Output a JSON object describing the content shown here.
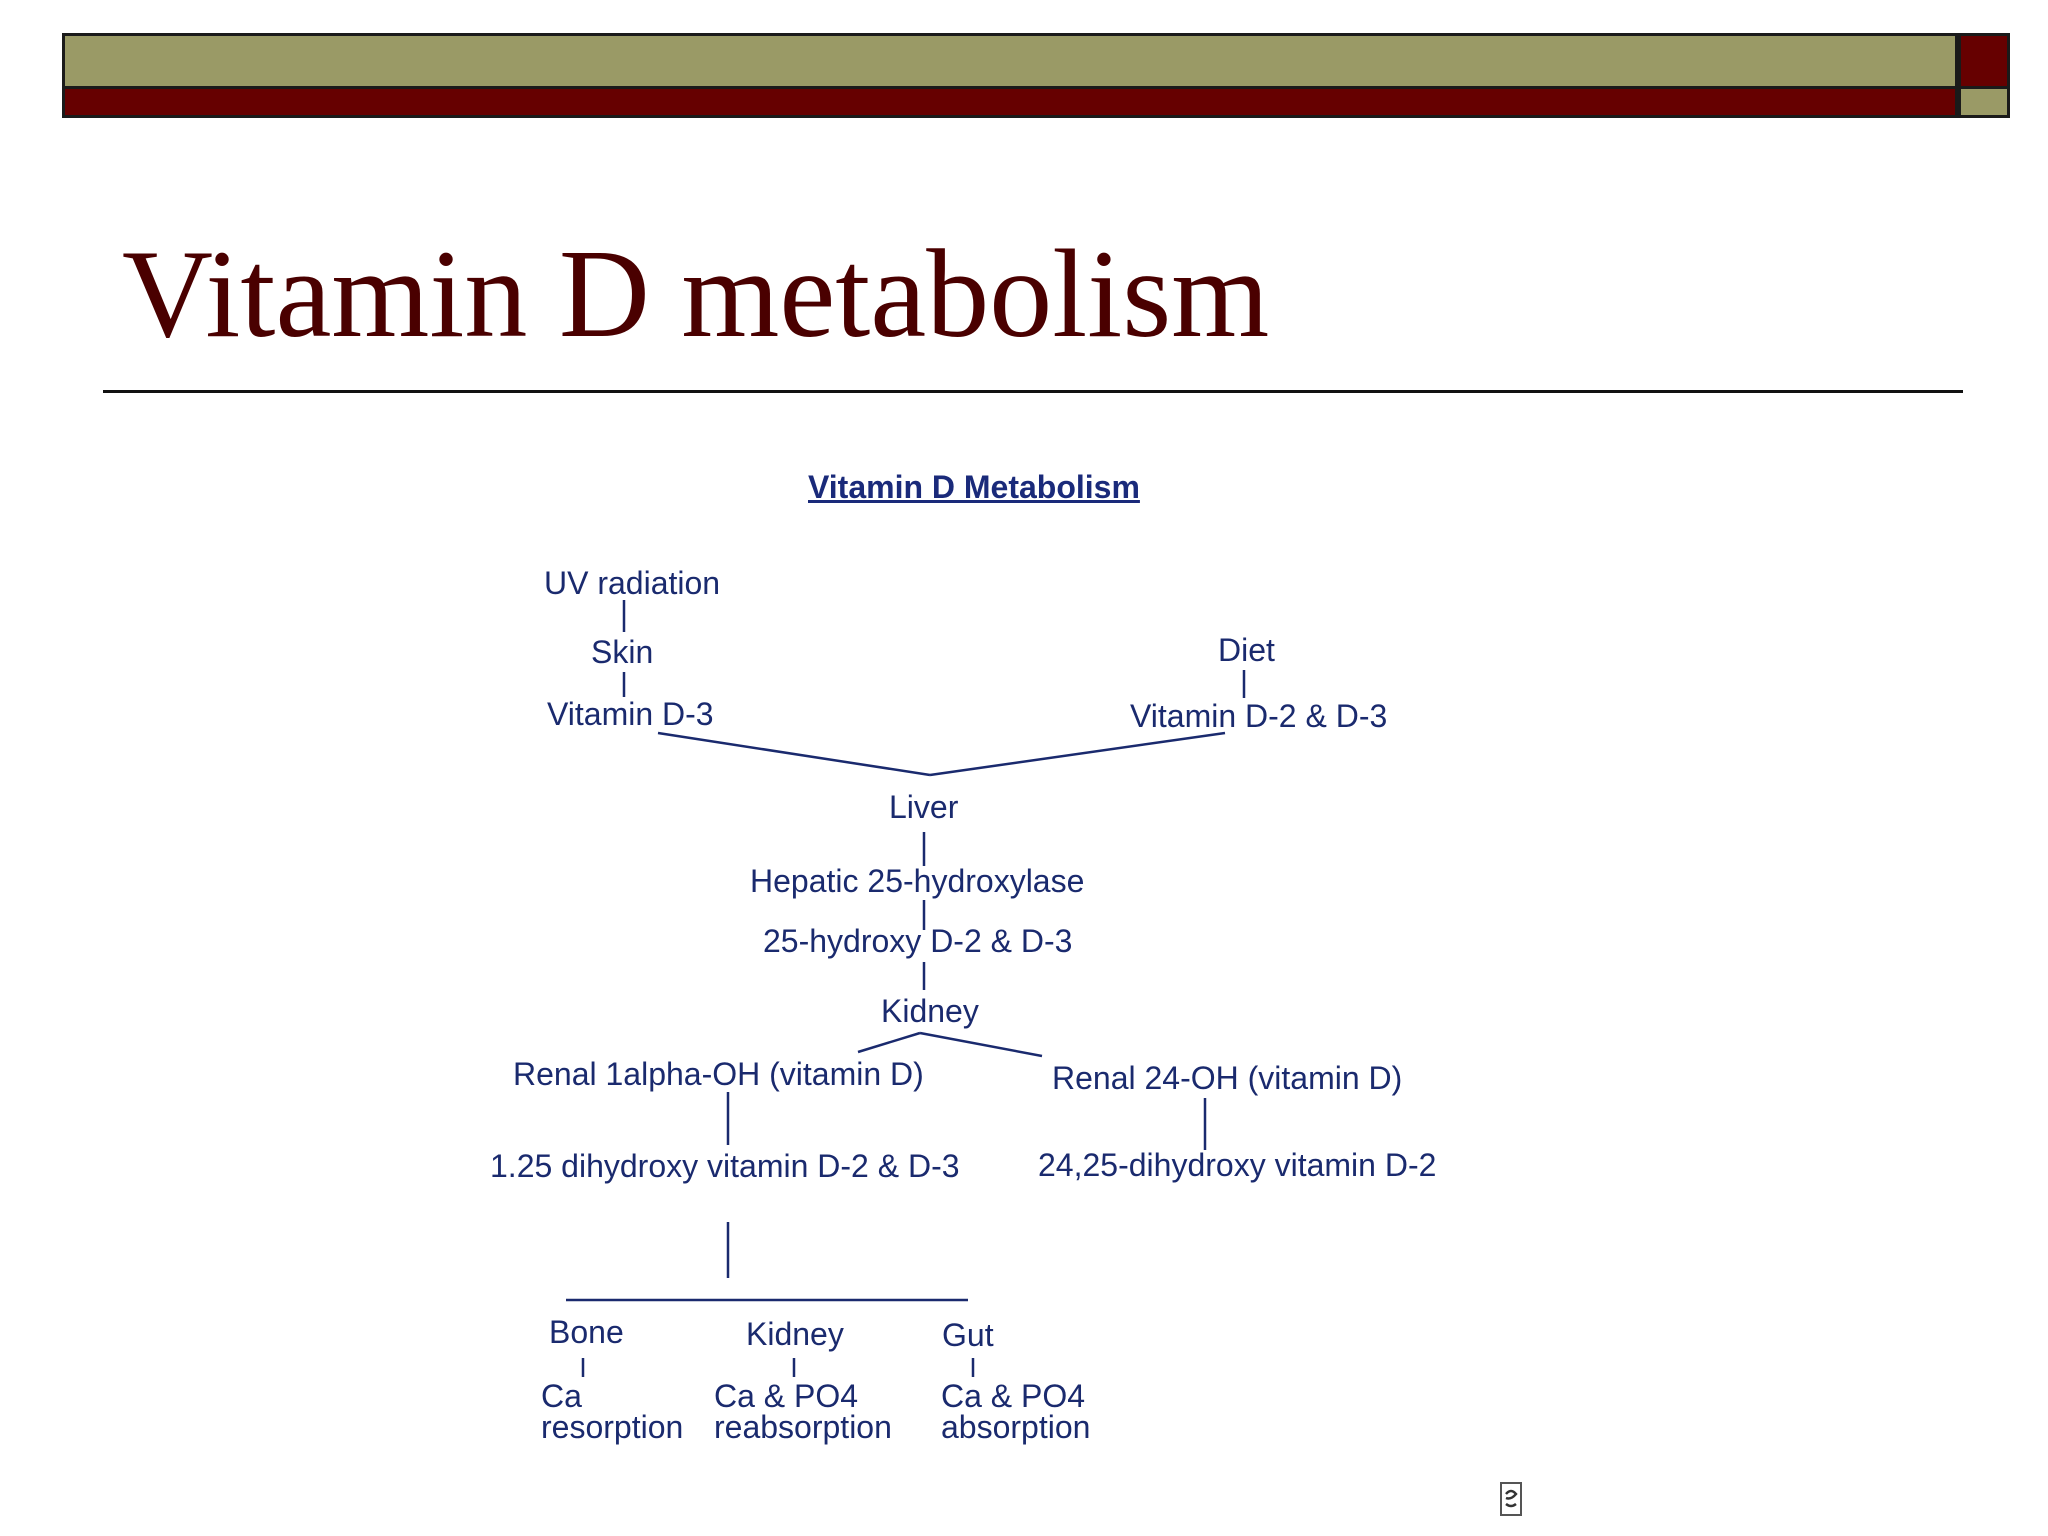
{
  "slide": {
    "title": "Vitamin D metabolism",
    "colors": {
      "olive": "#9a9a66",
      "maroon": "#660000",
      "title": "#4a0000",
      "diagram_ink": "#1a2a6e"
    }
  },
  "diagram": {
    "title": "Vitamin D Metabolism",
    "nodes": {
      "uv": "UV radiation",
      "skin": "Skin",
      "vit_d3": "Vitamin D-3",
      "diet": "Diet",
      "vit_d2_d3": "Vitamin D-2 & D-3",
      "liver": "Liver",
      "hepatic": "Hepatic 25-hydroxylase",
      "hydroxy25": "25-hydroxy D-2 & D-3",
      "kidney": "Kidney",
      "renal_1alpha": "Renal 1alpha-OH (vitamin D)",
      "renal_24": "Renal 24-OH (vitamin D)",
      "dihydroxy_125": "1.25 dihydroxy vitamin D-2 & D-3",
      "dihydroxy_2425": "24,25-dihydroxy vitamin D-2",
      "bone": "Bone",
      "kidney_target": "Kidney",
      "gut": "Gut",
      "ca": "Ca",
      "resorption": "resorption",
      "ca_po4_kidney": "Ca & PO4",
      "reabsorption": "reabsorption",
      "ca_po4_gut": "Ca & PO4",
      "absorption": "absorption"
    }
  }
}
